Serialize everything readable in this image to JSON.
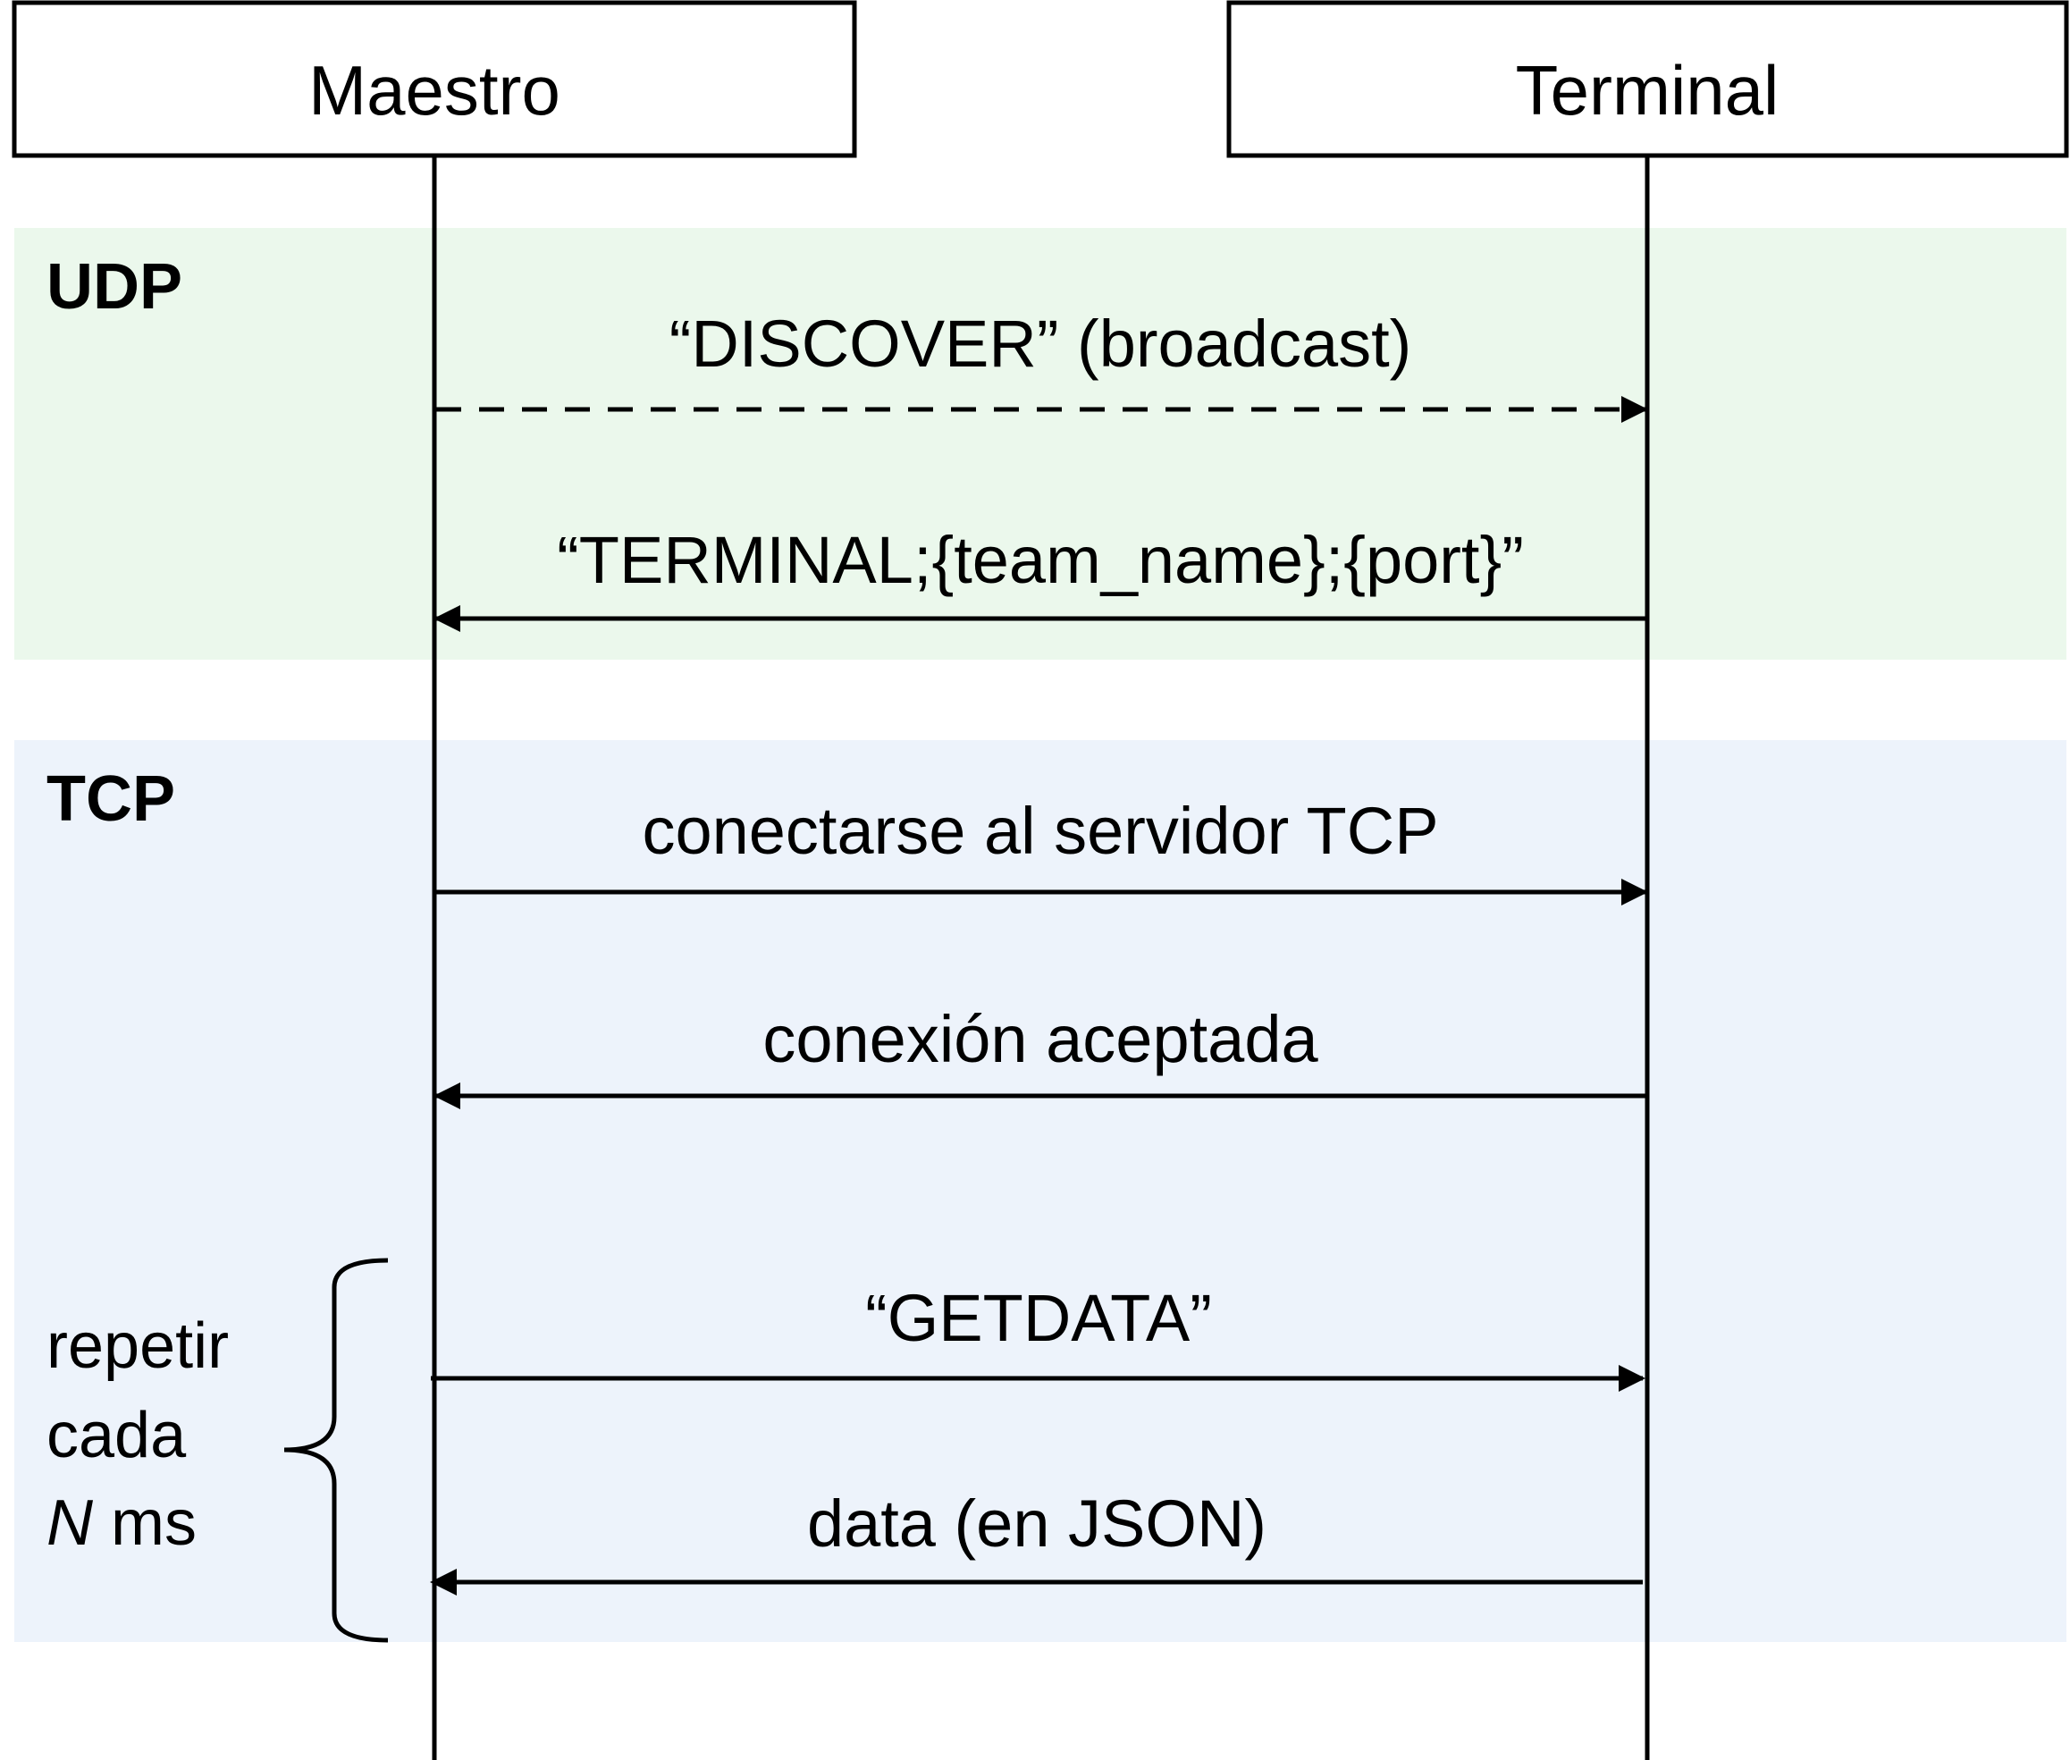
{
  "colors": {
    "udp_band": "#ebf8ec",
    "tcp_band": "#edf3fb",
    "line": "#000000",
    "text": "#000000"
  },
  "participants": {
    "maestro": "Maestro",
    "terminal": "Terminal"
  },
  "sections": {
    "udp": "UDP",
    "tcp": "TCP"
  },
  "messages": {
    "discover": "“DISCOVER” (broadcast)",
    "terminal_reply": "“TERMINAL;{team_name};{port}”",
    "connect": "conectarse al servidor TCP",
    "accepted": "conexión aceptada",
    "getdata": "“GETDATA”",
    "data": "data (en JSON)"
  },
  "repeat": {
    "line1": "repetir",
    "line2": "cada",
    "line3_italic": "N",
    "line3_rest": " ms"
  }
}
